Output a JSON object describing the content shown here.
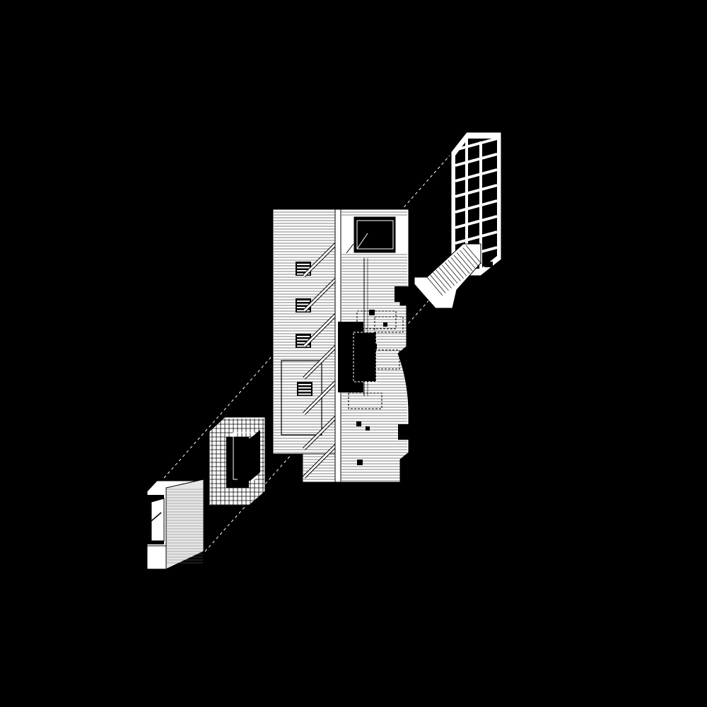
{
  "diagram": {
    "type": "exploded-axonometric",
    "colors": {
      "background": "#000000",
      "fill": "#ffffff",
      "line": "#000000",
      "shade": "#d9d9d9",
      "guide": "#ffffff"
    },
    "components": [
      "base-block",
      "lattice-frame",
      "main-tower",
      "stair-tower"
    ]
  }
}
